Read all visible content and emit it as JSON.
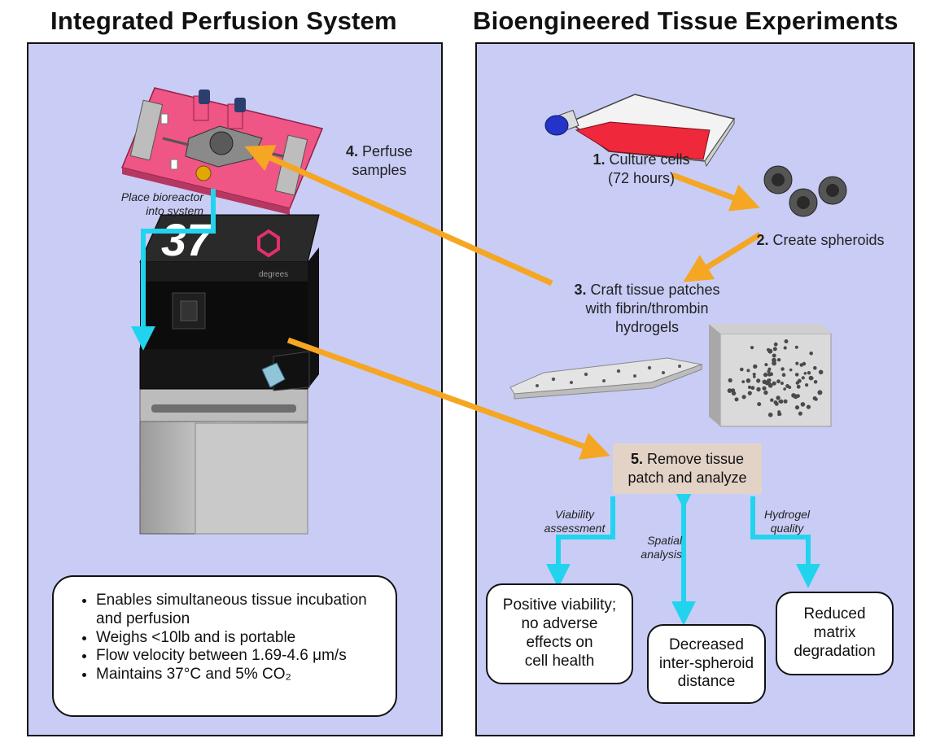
{
  "titles": {
    "left": "Integrated Perfusion System",
    "right": "Bioengineered Tissue Experiments"
  },
  "steps": {
    "s1": {
      "num": "1.",
      "text": "Culture cells",
      "sub": "(72 hours)"
    },
    "s2": {
      "num": "2.",
      "text": "Create spheroids"
    },
    "s3": {
      "num": "3.",
      "text": "Craft tissue patches",
      "line2": "with fibrin/thrombin",
      "line3": "hydrogels"
    },
    "s4": {
      "num": "4.",
      "text": "Perfuse",
      "line2": "samples"
    },
    "s5": {
      "num": "5.",
      "text": "Remove tissue",
      "line2": "patch and analyze"
    }
  },
  "annotations": {
    "place": {
      "line1": "Place bioreactor",
      "line2": "into system"
    },
    "viability": {
      "line1": "Viability",
      "line2": "assessment"
    },
    "spatial": {
      "line1": "Spatial",
      "line2": "analysis"
    },
    "hydrogel": {
      "line1": "Hydrogel",
      "line2": "quality"
    }
  },
  "device": {
    "brand_number": "37",
    "brand_word": "degrees"
  },
  "outcomes": {
    "viability": "Positive viability;\nno adverse\neffects on\ncell health",
    "distance": "Decreased\ninter-spheroid\ndistance",
    "matrix": "Reduced\nmatrix\ndegradation"
  },
  "features": [
    "Enables simultaneous tissue incubation and perfusion",
    "Weighs <10lb and is portable",
    "Flow velocity between 1.69-4.6 μm/s",
    "Maintains 37°C and 5% CO₂"
  ],
  "colors": {
    "panel": "#c9ccf5",
    "arrow_orange": "#f5a623",
    "arrow_cyan": "#22d3ee",
    "bioreactor_pink": "#ef5585",
    "media_red": "#f0283c",
    "cap_blue": "#2433c8",
    "step5_box": "#e3d3c7"
  }
}
